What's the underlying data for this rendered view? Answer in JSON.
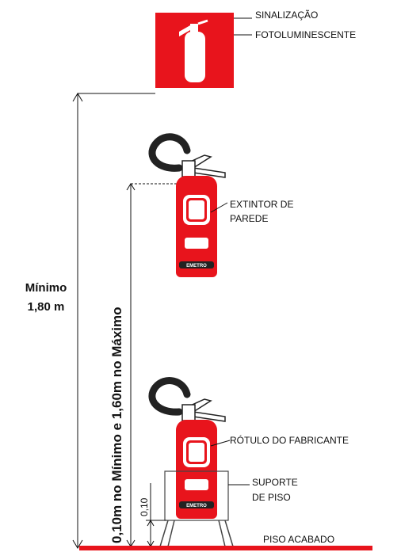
{
  "colors": {
    "red": "#e8141c",
    "dark": "#222222",
    "white": "#ffffff"
  },
  "icons": {
    "sign": "fire-extinguisher-icon"
  },
  "labels": {
    "sign_line1": "SINALIZAÇÃO",
    "sign_line2": "FOTOLUMINESCENTE",
    "wall_line1": "EXTINTOR DE",
    "wall_line2": "PAREDE",
    "manufacturer": "RÓTULO DO FABRICANTE",
    "stand_line1": "SUPORTE",
    "stand_line2": "DE PISO",
    "floor": "PISO ACABADO"
  },
  "dimensions": {
    "min_line1": "Mínimo",
    "min_line2": "1,80 m",
    "range": "0,10m no Mínimo e 1,60m no Máximo",
    "stand_height": "0,10"
  },
  "badges": {
    "wall": "EMETRO",
    "floor": "EMETRO"
  }
}
